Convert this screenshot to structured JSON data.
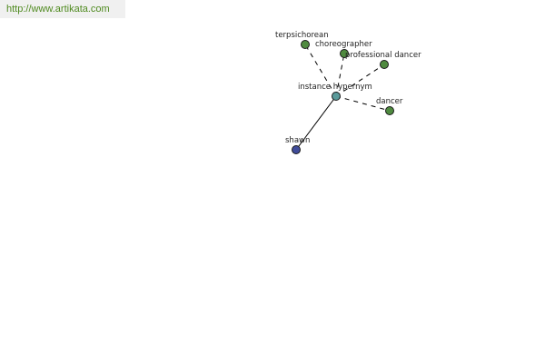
{
  "header": {
    "url": "http://www.artikata.com"
  },
  "colors": {
    "center": "#5a9a9a",
    "related": "#4f8a3f",
    "instance": "#404c9a",
    "url": "#4f8a1f"
  },
  "graph": {
    "center": {
      "id": "center",
      "label": "instance hypernym"
    },
    "nodes": [
      {
        "id": "terpsichorean",
        "label": "terpsichorean",
        "kind": "related"
      },
      {
        "id": "choreographer",
        "label": "choreographer",
        "kind": "related"
      },
      {
        "id": "professional-dancer",
        "label": "professional dancer",
        "kind": "related"
      },
      {
        "id": "dancer",
        "label": "dancer",
        "kind": "related"
      },
      {
        "id": "shawn",
        "label": "shawn",
        "kind": "instance"
      }
    ],
    "edges": [
      {
        "from": "center",
        "to": "terpsichorean",
        "style": "dashed"
      },
      {
        "from": "center",
        "to": "choreographer",
        "style": "dashed"
      },
      {
        "from": "center",
        "to": "professional-dancer",
        "style": "dashed"
      },
      {
        "from": "center",
        "to": "dancer",
        "style": "dashed"
      },
      {
        "from": "center",
        "to": "shawn",
        "style": "solid"
      }
    ]
  }
}
